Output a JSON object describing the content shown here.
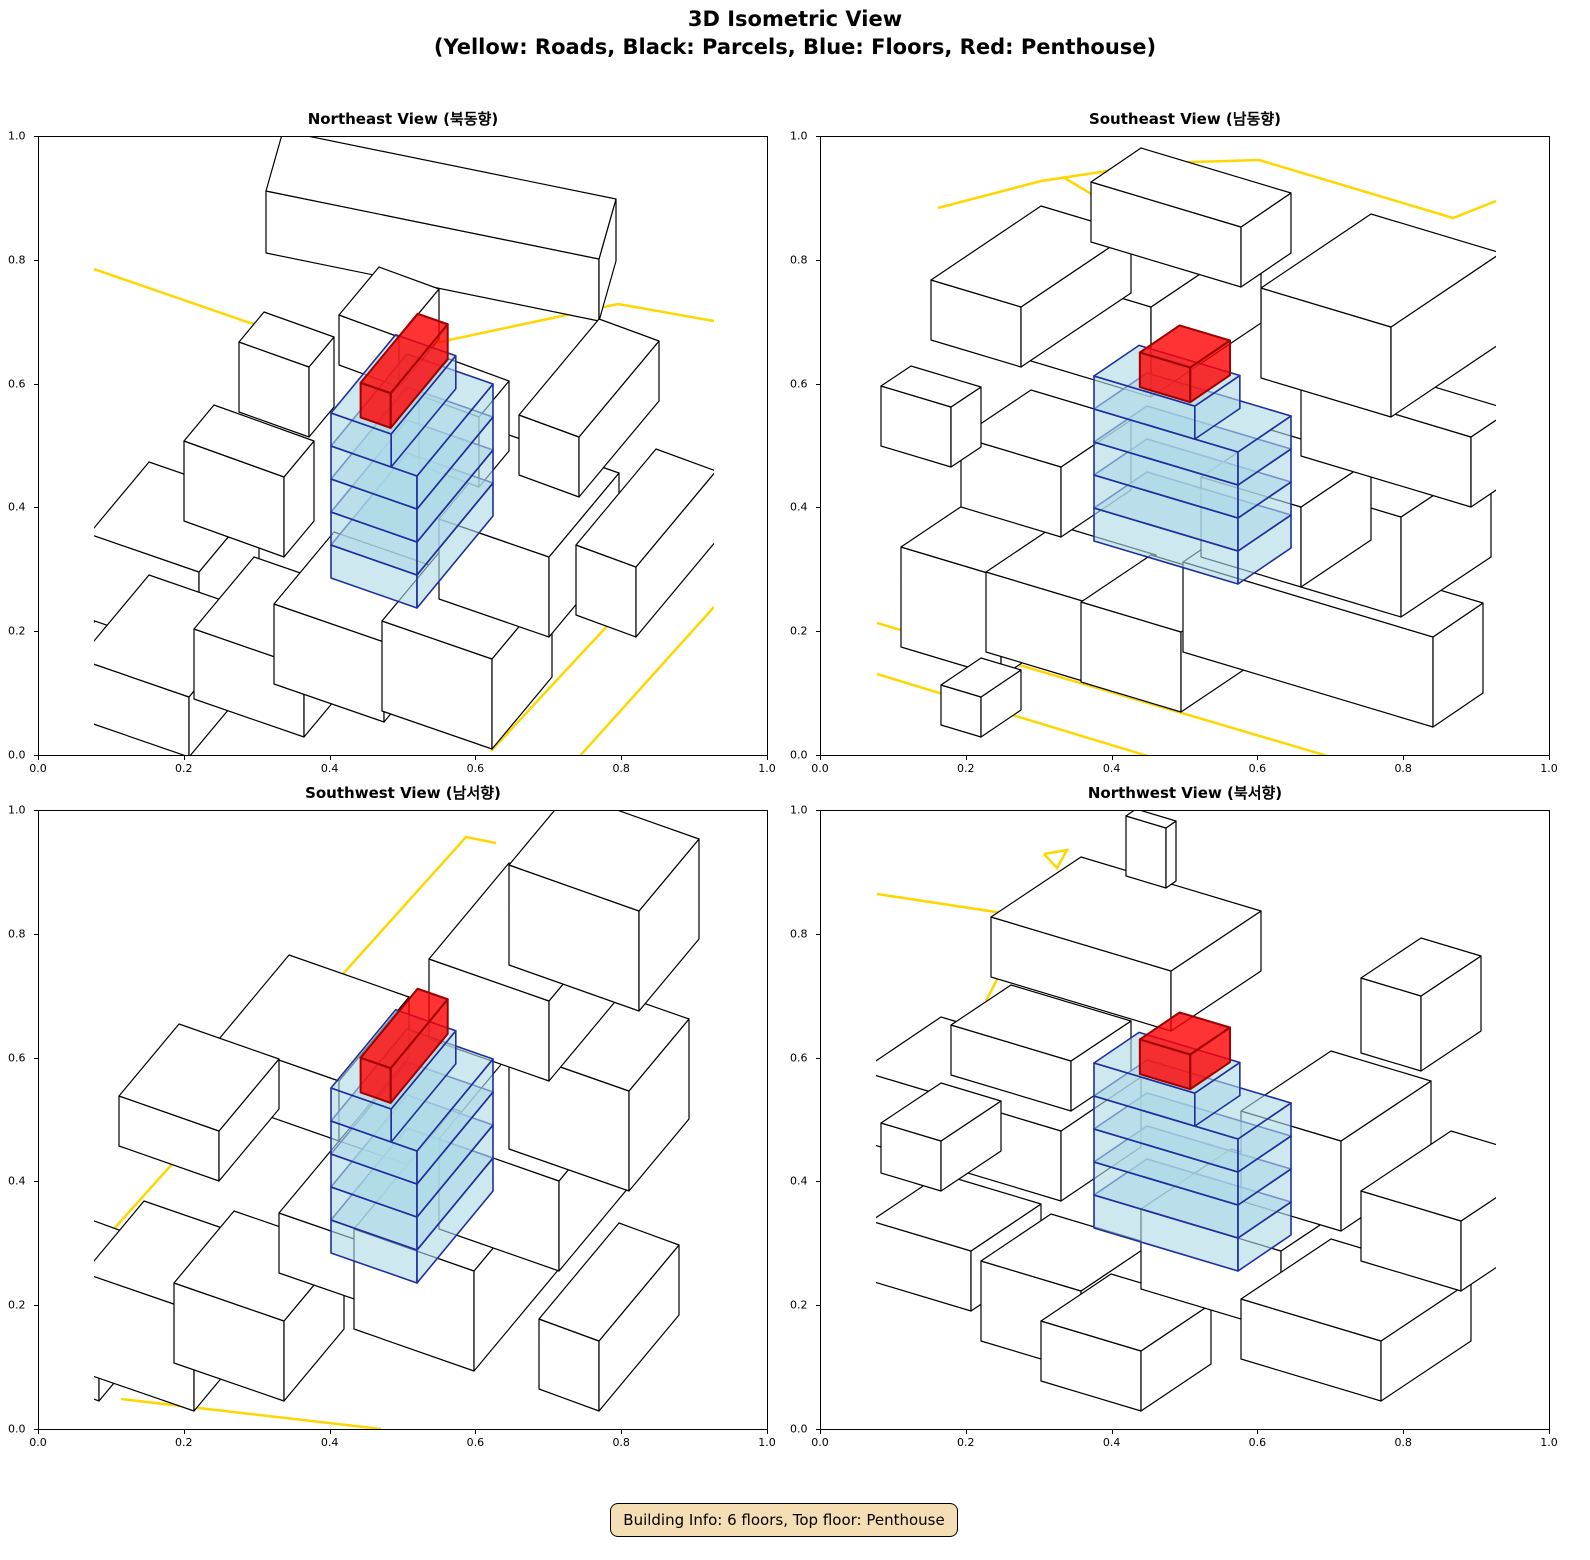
{
  "figure": {
    "title_line1": "3D Isometric View",
    "title_line2": "(Yellow: Roads, Black: Parcels, Blue: Floors, Red: Penthouse)"
  },
  "panels": [
    {
      "title": "Northeast View (북동향)",
      "orientation": "ne"
    },
    {
      "title": "Southeast View (남동향)",
      "orientation": "se"
    },
    {
      "title": "Southwest View (남서향)",
      "orientation": "sw"
    },
    {
      "title": "Northwest View (북서향)",
      "orientation": "nw"
    }
  ],
  "axis_ticks": [
    "0.0",
    "0.2",
    "0.4",
    "0.6",
    "0.8",
    "1.0"
  ],
  "info_box": "Building Info: 6 floors, Top floor: Penthouse",
  "building": {
    "floors": 6,
    "top_floor": "Penthouse"
  },
  "colors": {
    "road": "#ffd700",
    "parcel": "#000000",
    "floor_fill": "#add8e6",
    "floor_edge": "#1f2f9f",
    "penthouse": "#ff0000",
    "info_bg": "#f5deb3"
  }
}
